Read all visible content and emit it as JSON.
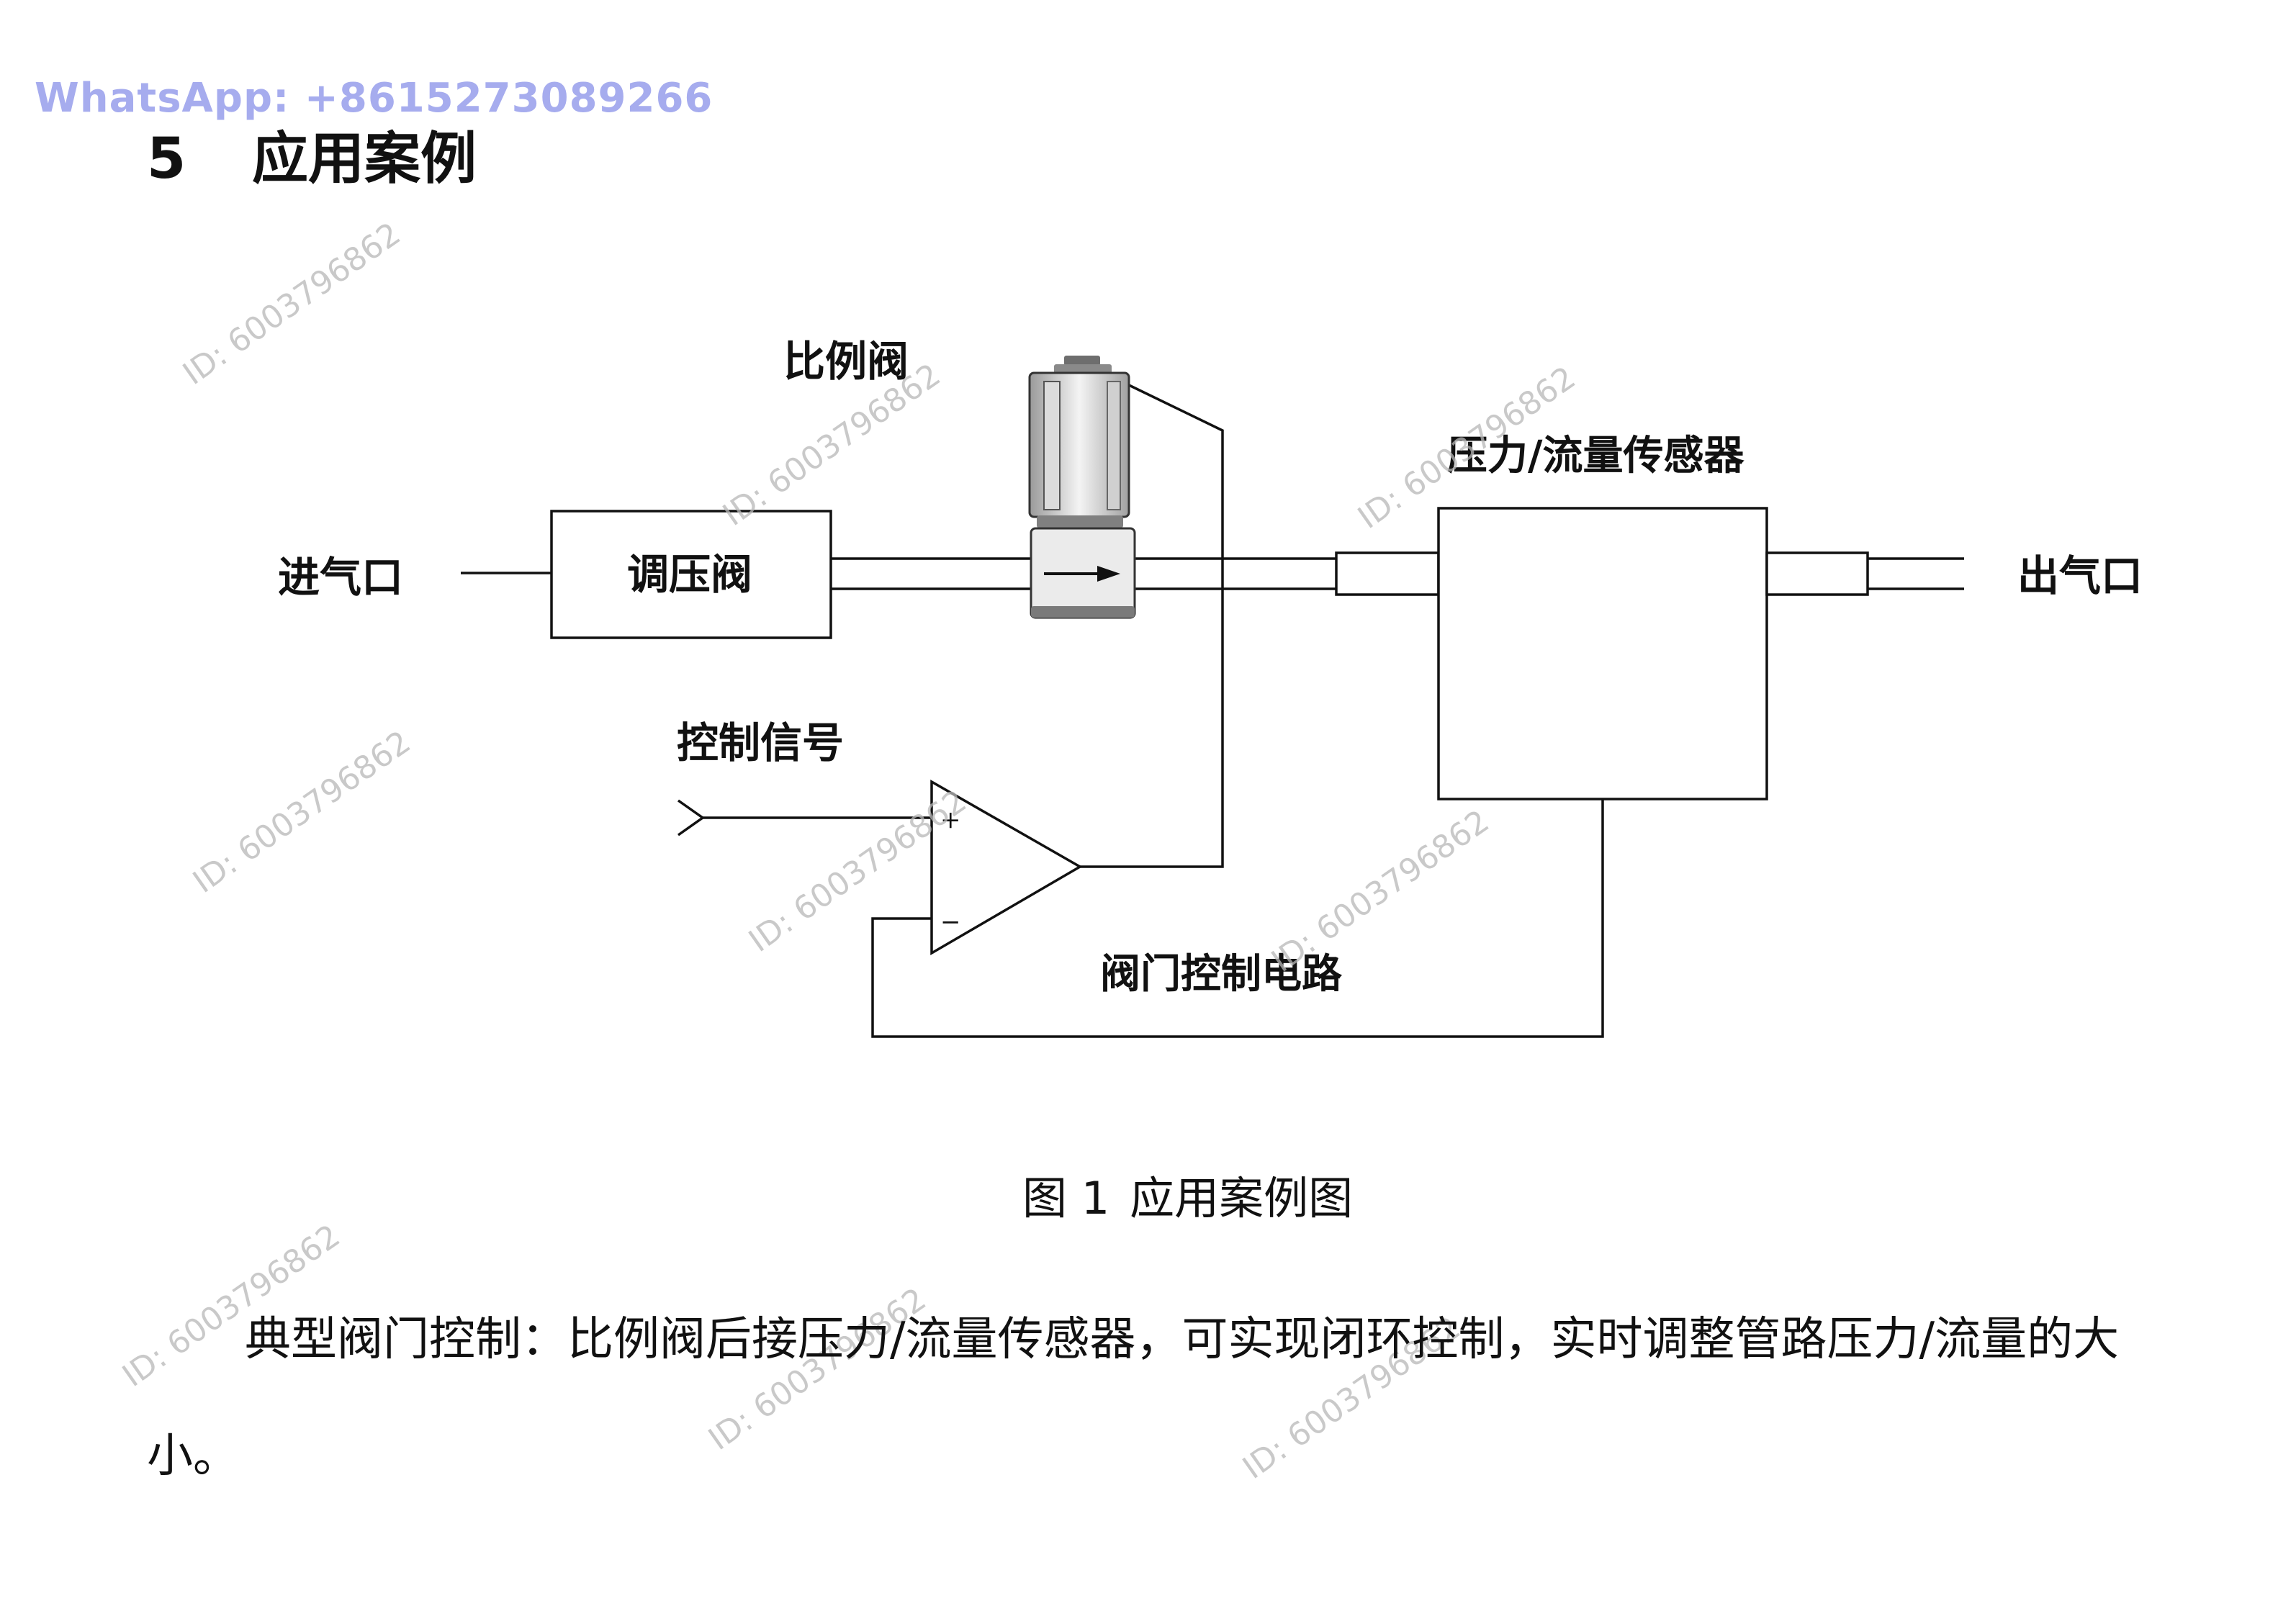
{
  "header": {
    "whatsapp": "WhatsApp: +8615273089266",
    "section_number": "5",
    "section_title": "应用案例"
  },
  "diagram": {
    "labels": {
      "inlet": "进气口",
      "regulator": "调压阀",
      "proportional_valve": "比例阀",
      "sensor": "压力/流量传感器",
      "outlet": "出气口",
      "control_signal": "控制信号",
      "circuit": "阀门控制电路",
      "plus": "+",
      "minus": "−"
    },
    "colors": {
      "line": "#111111",
      "valve_body": "#e6e6e6",
      "valve_dark": "#777777",
      "watermark": "#b8b8b8",
      "whatsapp": "#a6acee"
    },
    "watermark_text": "ID: 6003796862"
  },
  "caption": {
    "figure": "图 1",
    "title": "应用案例图"
  },
  "body": {
    "paragraph": "典型阀门控制：比例阀后接压力/流量传感器，可实现闭环控制，实时调整管路压力/流量的大小。"
  }
}
